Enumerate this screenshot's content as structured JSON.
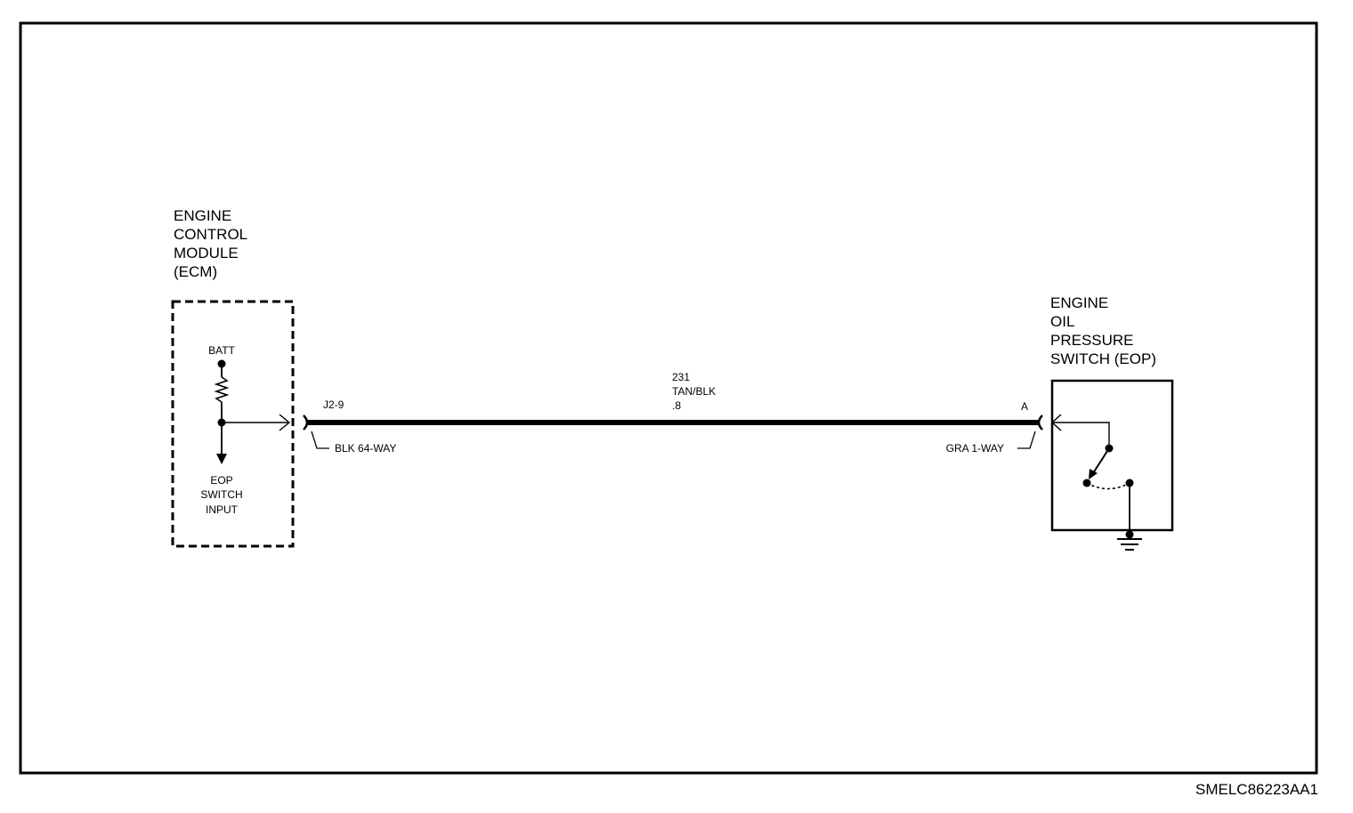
{
  "ecm": {
    "title_lines": [
      "ENGINE",
      "CONTROL",
      "MODULE",
      "(ECM)"
    ],
    "batt_label": "BATT",
    "input_label_lines": [
      "EOP",
      "SWITCH",
      "INPUT"
    ]
  },
  "circuit": {
    "number": "231",
    "color": "TAN/BLK",
    "gauge": ".8",
    "wire_color": "#000000"
  },
  "ecm_connector": {
    "pin": "J2-9",
    "type": "BLK 64-WAY"
  },
  "eop_connector": {
    "pin": "A",
    "type": "GRA 1-WAY"
  },
  "eop_switch": {
    "title_lines": [
      "ENGINE",
      "OIL",
      "PRESSURE",
      "SWITCH (EOP)"
    ]
  },
  "reference_code": "SMELC86223AA1"
}
